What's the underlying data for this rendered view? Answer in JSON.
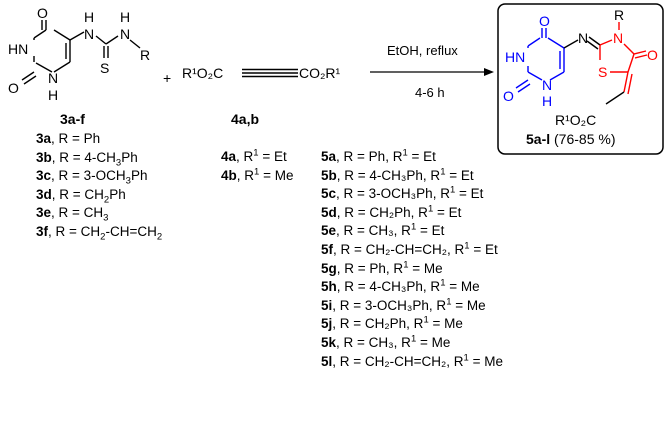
{
  "colors": {
    "blue": "#0000ff",
    "red": "#ff0000",
    "black": "#000000"
  },
  "reactant1": {
    "label": "3a-f",
    "atoms": {
      "O": "O",
      "HN": "HN",
      "N_ring": "N",
      "H_ring": "H",
      "H1": "H",
      "N1": "N",
      "H2": "H",
      "N2": "N",
      "S": "S",
      "R": "R"
    },
    "variants": [
      {
        "id": "3a",
        "text": ", R = Ph"
      },
      {
        "id": "3b",
        "text": ", R = 4-CH",
        "sub": "3",
        "after": "Ph"
      },
      {
        "id": "3c",
        "text": ", R = 3-OCH",
        "sub": "3",
        "after": "Ph"
      },
      {
        "id": "3d",
        "text": ", R = CH",
        "sub": "2",
        "after": "Ph"
      },
      {
        "id": "3e",
        "text": ", R = CH",
        "sub": "3",
        "after": ""
      },
      {
        "id": "3f",
        "text": ", R = CH",
        "sub": "2",
        "after": "-CH=CH",
        "sub2": "2"
      }
    ]
  },
  "plus": "+",
  "reactant2": {
    "label": "4a,b",
    "left_group": "R¹O₂C",
    "right_group": "CO₂R¹",
    "variants": [
      {
        "id": "4a",
        "text": ", R",
        "sup": "1",
        "after": " = Et"
      },
      {
        "id": "4b",
        "text": ", R",
        "sup": "1",
        "after": " = Me"
      }
    ]
  },
  "conditions": {
    "top": "EtOH, reflux",
    "bottom": "4-6 h"
  },
  "product": {
    "label": "5a-l",
    "yield": " (76-85 %)",
    "atoms": {
      "O_top": "O",
      "HN": "HN",
      "O_left": "O",
      "N_ring": "N",
      "H_ring": "H",
      "N_imine": "N",
      "R": "R",
      "N_thz": "N",
      "S": "S",
      "O_thz": "O",
      "ester": "R¹O₂C"
    }
  },
  "products": [
    {
      "id": "5a",
      "r": "Ph",
      "r1": "Et"
    },
    {
      "id": "5b",
      "r": "4-CH₃Ph",
      "r1": "Et"
    },
    {
      "id": "5c",
      "r": "3-OCH₃Ph",
      "r1": "Et"
    },
    {
      "id": "5d",
      "r": "CH₂Ph",
      "r1": "Et"
    },
    {
      "id": "5e",
      "r": "CH₃",
      "r1": "Et"
    },
    {
      "id": "5f",
      "r": "CH₂-CH=CH₂",
      "r1": "Et"
    },
    {
      "id": "5g",
      "r": "Ph",
      "r1": "Me"
    },
    {
      "id": "5h",
      "r": "4-CH₃Ph",
      "r1": "Me"
    },
    {
      "id": "5i",
      "r": "3-OCH₃Ph",
      "r1": "Me"
    },
    {
      "id": "5j",
      "r": "CH₂Ph",
      "r1": "Me"
    },
    {
      "id": "5k",
      "r": "CH₃",
      "r1": "Me"
    },
    {
      "id": "5l",
      "r": "CH₂-CH=CH₂",
      "r1": "Me"
    }
  ]
}
